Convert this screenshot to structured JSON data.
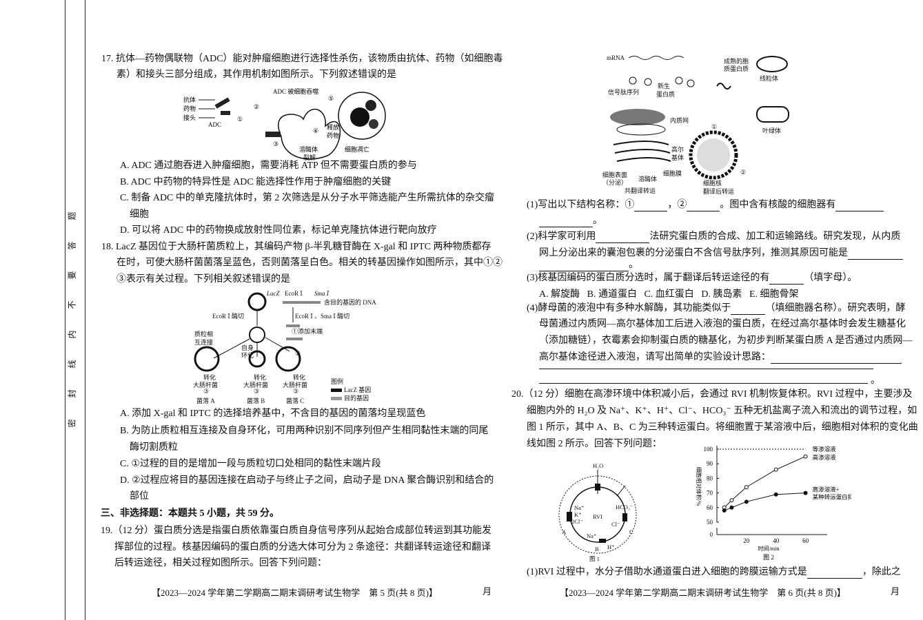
{
  "margin": {
    "seal_chars": [
      "密",
      "封",
      "线",
      "内",
      "不",
      "要",
      "答",
      "题"
    ]
  },
  "left_page": {
    "q17": {
      "stem": [
        "17. 抗体—药物偶联物（ADC）能对肿瘤细胞进行选择性杀伤，该物质由抗体、药物（如细胞毒",
        "素）和接头三部分组成，其作用机制如图所示。下列叙述错误的是"
      ],
      "figure": {
        "antibody": "抗体",
        "drug": "药物",
        "linker": "接头",
        "adc": "ADC",
        "engulfed": "ADC 被细胞吞噬",
        "release1": "释放",
        "release2": "药物",
        "lyso1": "溶酶体",
        "lyso2": "裂解",
        "apoptosis": "细胞凋亡",
        "s1": "①",
        "s2": "②",
        "s3": "③",
        "s4": "④",
        "s5": "⑤"
      },
      "options": {
        "A": "A. ADC 通过胞吞进入肿瘤细胞，需要消耗 ATP 但不需要蛋白质的参与",
        "B": "B. ADC 中药物的特异性是 ADC 能选择性作用于肿瘤细胞的关键",
        "C1": "C. 制备 ADC 中的单克隆抗体时，第 2 次筛选是从分子水平筛选能产生所需抗体的杂交瘤",
        "C2": "细胞",
        "D": "D. 可以将 ADC 中的药物换成放射性同位素，标记单克隆抗体进行靶向放疗"
      }
    },
    "q18": {
      "stem": [
        "18. LacZ 基因位于大肠杆菌质粒上，其编码产物 β-半乳糖苷酶在 X-gal 和 IPTC 两种物质都存",
        "在时，可使大肠杆菌菌落呈蓝色，否则菌落呈白色。相关的转基因操作如图所示，其中①②",
        "③表示有关过程。下列相关叙述错误的是"
      ],
      "figure": {
        "lacz": "LacZ",
        "ecori": "EcoR Ⅰ",
        "smai": "Sma Ⅰ",
        "target_dna": "含目的基因的 DNA",
        "ecori_cut": "EcoR Ⅰ 酶切",
        "both_cut": "EcoR Ⅰ 、Sma Ⅰ 酶切",
        "add_end": "①添加末端",
        "p2": "②",
        "mutual1": "质粒相",
        "mutual2": "互连接",
        "self1": "自身",
        "self2": "环化",
        "transform": "转化",
        "ecoli": "大肠杆菌",
        "p3": "③",
        "colA": "菌落 A",
        "colB": "菌落 B",
        "colC": "菌落 C",
        "legend_title": "图例",
        "legend_lacz": "LacZ 基因",
        "legend_target": "目的基因"
      },
      "options": {
        "A": "A. 添加 X-gal 和 IPTC 的选择培养基中，不含目的基因的菌落均呈现蓝色",
        "B1": "B. 为防止质粒相互连接及自身环化，可用两种识别不同序列但产生相同黏性末端的同尾",
        "B2": "酶切割质粒",
        "C": "C. ①过程的目的是增加一段与质粒切口处相同的黏性末端片段",
        "D1": "D. ②过程应将目的基因连接在启动子与终止子之间，启动子是 DNA 聚合酶识别和结合的",
        "D2": "部位"
      }
    },
    "section3": "三、非选择题：本题共 5 小题，共 59 分。",
    "q19_stem": [
      "19.（12 分）蛋白质分选是指蛋白质依靠蛋白质自身信号序列从起始合成部位转运到其功能发",
      "挥部位的过程。核基因编码的蛋白质的分选大体可分为 2 条途径：共翻译转运途径和翻译",
      "后转运途径，相关过程如图所示。回答下列问题："
    ],
    "footer": "【2023—2024 学年第二学期高二期末调研考试生物学　第 5 页(共 8 页)】",
    "footer_mark": "月"
  },
  "right_page": {
    "q19_figure": {
      "mrna": "mRNA",
      "signal": "信号肽序列",
      "nascent1": "新生",
      "nascent2": "蛋白质",
      "er": "内质网",
      "golgi1": "高尔",
      "golgi2": "基体",
      "surface1": "细胞表面",
      "surface2": "（分泌）",
      "lyso": "溶酶体",
      "membrane": "细胞膜",
      "cotrans": "共翻译转运",
      "mature1": "成熟的胞",
      "mature2": "质蛋白质",
      "mito": "线粒体",
      "chloro": "叶绿体",
      "nucleus": "细胞核",
      "posttrans": "翻译后转运",
      "c1": "①",
      "c2": "②"
    },
    "q19_parts": {
      "p1a": "(1)写出以下结构名称：①",
      "p1b": "，②",
      "p1c": "。图中含有核酸的细胞器有",
      "p2a": "(2)科学家可利用",
      "p2b": "法研究蛋白质的合成、加工和运输路线。研究发现，从内质",
      "p2c": "网上分泌出来的囊泡包裹的分泌蛋白不含信号肽序列，推测其原因可能是",
      "p3a": "(3)核基因编码的蛋白质分选时，属于翻译后转运途径的有",
      "p3b": "（填字母）。",
      "p3_options": [
        "A. 解旋酶",
        "B. 通道蛋白",
        "C. 血红蛋白",
        "D. 胰岛素",
        "E. 细胞骨架"
      ],
      "p4a": "(4)酵母菌的液泡中有多种水解酶，其功能类似于",
      "p4b": "（填细胞器名称）。研究表明，酵",
      "p4c": "母菌通过内质网—高尔基体加工后进入液泡的蛋白质，在经过高尔基体时会发生糖基化",
      "p4d": "（添加糖链），衣霉素会抑制蛋白质的糖基化，为初步判断某蛋白质 A 是否通过内质网—",
      "p4e": "高尔基体途径进入液泡，请写出简单的实验设计思路：",
      "period": "。"
    },
    "q20": {
      "stem": [
        "20.（12 分）细胞在高渗环境中体积减小后，会通过 RVI 机制恢复体积。RVI 过程中，主要涉及",
        "细胞内外的 H₂O 及 Na⁺、K⁺、H⁺、Cl⁻、HCO₃⁻ 五种无机盐离子流入和流出的调节过程，如",
        "图 1 所示，其中 A、B、C 为三种转运蛋白。将细胞置于某溶液中后，细胞相对体积的变化曲",
        "线如图 2 所示。回答下列问题："
      ],
      "fig1": {
        "h2o": "H₂O",
        "rvi": "RVI",
        "na": "Na⁺",
        "k": "K⁺",
        "cl2": "2Cl⁻",
        "hco3": "HCO₃⁻",
        "cl": "Cl⁻",
        "na2": "Na⁺",
        "h": "H⁺",
        "a": "A",
        "b": "B",
        "c": "C",
        "caption": "图 1"
      },
      "q1a": "(1)RVI 过程中，水分子借助水通道蛋白进入细胞的跨膜运输方式是",
      "q1b": "，除此之"
    },
    "footer": "【2023—2024 学年第二学期高二期末调研考试生物学　第 6 页(共 8 页)】",
    "footer_mark": "月"
  },
  "chart_data": {
    "type": "line",
    "title": "图 2",
    "xlabel": "时间/min",
    "ylabel": "细胞相对体积/%",
    "x_ticks": [
      0,
      20,
      40,
      60
    ],
    "y_ticks": [
      0,
      50,
      60,
      70,
      80,
      90,
      100
    ],
    "ylim": [
      50,
      100
    ],
    "xlim": [
      0,
      70
    ],
    "series": [
      {
        "name": "等渗溶液",
        "style": "dotted",
        "x": [
          0,
          60
        ],
        "y": [
          100,
          100
        ]
      },
      {
        "name": "高渗溶液",
        "marker": "open",
        "x": [
          5,
          10,
          20,
          40,
          60
        ],
        "y": [
          60,
          65,
          74,
          86,
          95
        ]
      },
      {
        "name": "高渗溶液+",
        "name2": "某种转运蛋白抑制剂",
        "marker": "filled",
        "x": [
          5,
          10,
          20,
          40,
          60
        ],
        "y": [
          58,
          60,
          64,
          69,
          70
        ]
      }
    ]
  }
}
